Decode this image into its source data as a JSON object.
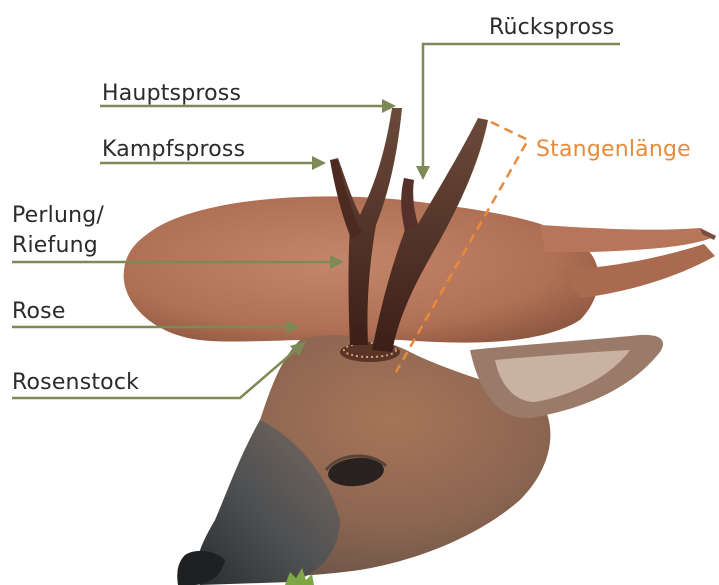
{
  "labels": {
    "hauptspross": "Hauptspross",
    "kampfspross": "Kampfspross",
    "perlung_line1": "Perlung/",
    "perlung_line2": "Riefung",
    "rose": "Rose",
    "rosenstock": "Rosenstock",
    "rueckspross": "Rückspross",
    "stangenlaenge": "Stangenlänge"
  },
  "colors": {
    "leader_line": "#7d8a55",
    "measure_line": "#e88a3b",
    "text": "#2b2b2b",
    "text_accent": "#e88a3b",
    "fur": "#b07055",
    "fur_dark": "#8a5440",
    "antler": "#4a2a22",
    "snout": "#3a3d3f"
  }
}
